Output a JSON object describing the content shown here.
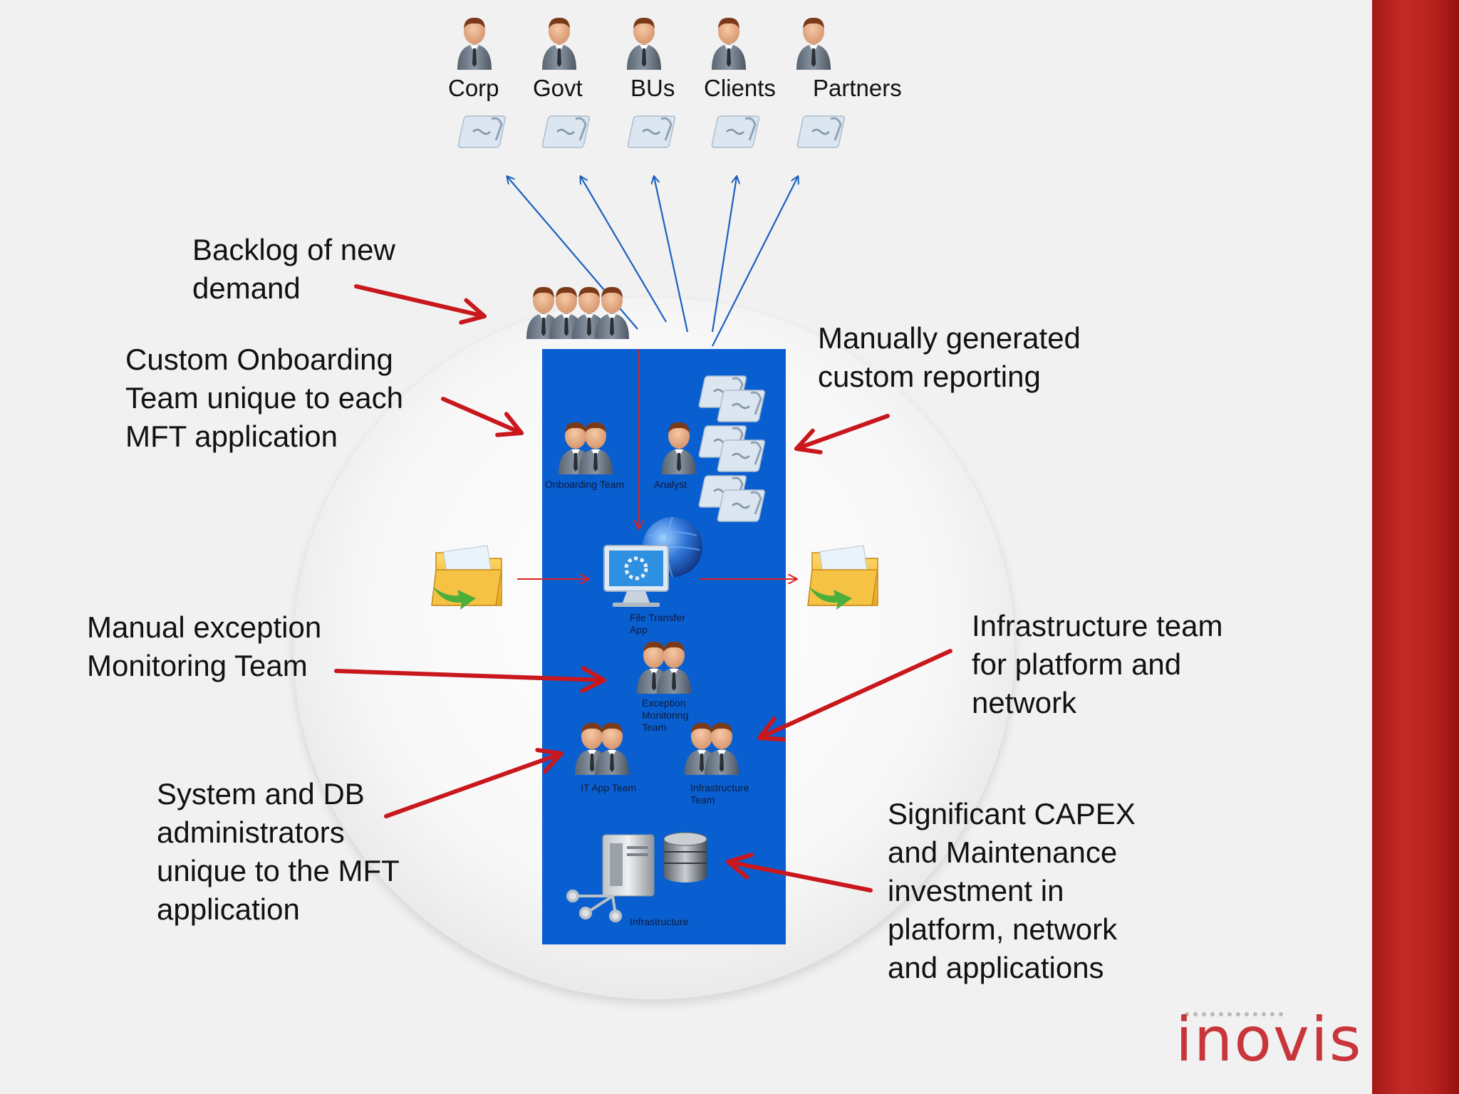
{
  "stakeholders": [
    "Corp",
    "Govt",
    "BUs",
    "Clients",
    "Partners"
  ],
  "callouts": {
    "backlog": [
      "Backlog of new",
      "demand"
    ],
    "onboarding": [
      "Custom Onboarding",
      "Team unique to each",
      "MFT application"
    ],
    "reporting": [
      "Manually generated",
      "custom reporting"
    ],
    "monitoring": [
      "Manual exception",
      "Monitoring Team"
    ],
    "infra_team": [
      "Infrastructure team",
      "for platform and",
      "network"
    ],
    "admins": [
      "System and DB",
      "administrators",
      "unique to the MFT",
      "application"
    ],
    "capex": [
      "Significant  CAPEX",
      "and Maintenance",
      "investment in",
      "platform, network",
      "and applications"
    ]
  },
  "panel_labels": {
    "onboarding_team": "Onboarding Team",
    "analyst": "Analyst",
    "file_transfer_app": [
      "File Transfer",
      "App"
    ],
    "exception_team": [
      "Exception",
      "Monitoring",
      "Team"
    ],
    "it_app_team": "IT App  Team",
    "infra_team": [
      "Infrastructure",
      "Team"
    ],
    "infrastructure": "Infrastructure"
  },
  "icons": [
    "person-icon",
    "document-icon",
    "folder-icon",
    "monitor-icon",
    "globe-icon",
    "server-icon",
    "database-icon",
    "network-icon"
  ],
  "logo": "inovis",
  "colors": {
    "panel": "#0a5fd0",
    "callout_arrow": "#c8171d",
    "flow_arrow": "#e02020",
    "user_arrow": "#1a5fc0",
    "accent": "#b21e1b"
  }
}
